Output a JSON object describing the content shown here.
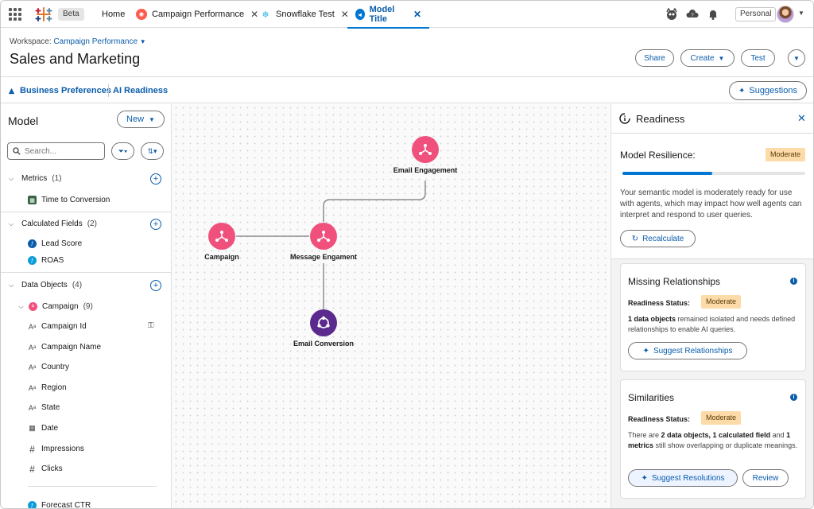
{
  "app": {
    "beta_label": "Beta",
    "personal_label": "Personal"
  },
  "tabs": [
    {
      "label": "Home"
    },
    {
      "label": "Campaign Performance",
      "icon_color": "#fe5c4c"
    },
    {
      "label": "Snowflake Test",
      "icon_color": "#29b5e8"
    },
    {
      "label": "Model Title",
      "icon_color": "#0176d3",
      "active": true
    }
  ],
  "header": {
    "workspace_label": "Workspace:",
    "workspace_value": "Campaign Performance",
    "title": "Sales and Marketing",
    "buttons": {
      "share": "Share",
      "create": "Create",
      "test": "Test"
    }
  },
  "subbar": {
    "business_preferences": "Business Preferences",
    "ai_readiness": "AI Readiness",
    "suggestions": "Suggestions"
  },
  "left": {
    "title": "Model",
    "new_button": "New",
    "search_placeholder": "Search...",
    "metrics": {
      "label": "Metrics",
      "count": "(1)",
      "items": [
        "Time to Conversion"
      ]
    },
    "calculated_fields": {
      "label": "Calculated Fields",
      "count": "(2)",
      "items": [
        "Lead Score",
        "ROAS"
      ]
    },
    "data_objects": {
      "label": "Data Objects",
      "count": "(4)",
      "campaign": {
        "label": "Campaign",
        "count": "(9)"
      },
      "fields": [
        {
          "label": "Campaign Id",
          "type": "text"
        },
        {
          "label": "Campaign Name",
          "type": "text"
        },
        {
          "label": "Country",
          "type": "text"
        },
        {
          "label": "Region",
          "type": "text"
        },
        {
          "label": "State",
          "type": "text"
        },
        {
          "label": "Date",
          "type": "date"
        },
        {
          "label": "Impressions",
          "type": "number"
        },
        {
          "label": "Clicks",
          "type": "number"
        }
      ],
      "forecast": "Forecast CTR"
    }
  },
  "canvas": {
    "nodes": [
      {
        "id": "email-engagement",
        "label": "Email Engagement",
        "color": "#f0517c"
      },
      {
        "id": "campaign",
        "label": "Campaign",
        "color": "#f0517c"
      },
      {
        "id": "message-engament",
        "label": "Message Engament",
        "color": "#f0517c"
      },
      {
        "id": "email-conversion",
        "label": "Email Conversion",
        "color": "#5a2a8f"
      }
    ]
  },
  "readiness": {
    "title": "Readiness",
    "resilience_label": "Model Resilience:",
    "resilience_badge": "Moderate",
    "progress_percent": 49,
    "description": "Your semantic model is moderately ready for use with agents, which may impact how well agents can interpret and respond to user queries.",
    "recalculate": "Recalculate",
    "cards": [
      {
        "title": "Missing Relationships",
        "status_label": "Readiness Status:",
        "status": "Moderate",
        "desc_bold": "1 data objects",
        "desc_rest": " remained isolated and needs defined relationships to enable AI queries.",
        "button": "Suggest Relationships"
      },
      {
        "title": "Similarities",
        "status_label": "Readiness Status:",
        "status": "Moderate",
        "desc_1": "There are ",
        "desc_b1": "2 data objects, 1 calculated field",
        "desc_2": " and ",
        "desc_b2": "1 metrics",
        "desc_3": " still show overlapping or duplicate meanings.",
        "button": "Suggest Resolutions",
        "review": "Review"
      }
    ]
  },
  "colors": {
    "brand_blue": "#0176d3",
    "link_blue": "#0b5cab",
    "badge_bg": "#fcdba8",
    "node_pink": "#f0517c",
    "node_purple": "#5a2a8f"
  }
}
